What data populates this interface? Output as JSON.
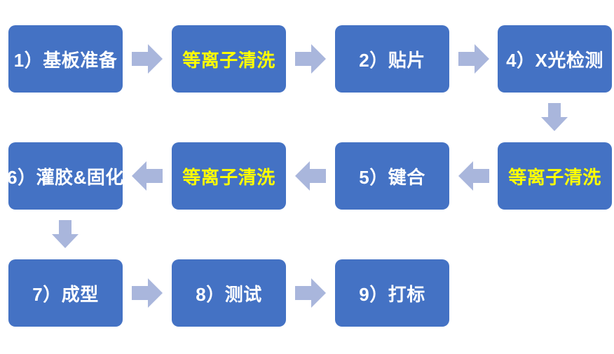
{
  "flowchart": {
    "description": "Packaging process flow diagram",
    "colors": {
      "background": "#ffffff",
      "box_fill": "#4472c4",
      "arrow_fill": "#a9b6dc",
      "text_white": "#ffffff",
      "text_yellow": "#ffff00"
    },
    "boxes": [
      {
        "id": "substrate-prep",
        "label": "1）基板准备",
        "text_color": "white"
      },
      {
        "id": "plasma-clean-1",
        "label": "等离子清洗",
        "text_color": "yellow"
      },
      {
        "id": "die-attach",
        "label": "2）贴片",
        "text_color": "white"
      },
      {
        "id": "xray-inspection",
        "label": "4）X光检测",
        "text_color": "white"
      },
      {
        "id": "plasma-clean-2",
        "label": "等离子清洗",
        "text_color": "yellow"
      },
      {
        "id": "bonding",
        "label": "5）键合",
        "text_color": "white"
      },
      {
        "id": "plasma-clean-3",
        "label": "等离子清洗",
        "text_color": "yellow"
      },
      {
        "id": "potting-curing",
        "label": "6）灌胶&固化",
        "text_color": "white"
      },
      {
        "id": "molding",
        "label": "7）成型",
        "text_color": "white"
      },
      {
        "id": "testing",
        "label": "8）测试",
        "text_color": "white"
      },
      {
        "id": "marking",
        "label": "9）打标",
        "text_color": "white"
      }
    ],
    "arrows": [
      {
        "direction": "right",
        "from": "substrate-prep",
        "to": "plasma-clean-1"
      },
      {
        "direction": "right",
        "from": "plasma-clean-1",
        "to": "die-attach"
      },
      {
        "direction": "right",
        "from": "die-attach",
        "to": "xray-inspection"
      },
      {
        "direction": "down",
        "from": "xray-inspection",
        "to": "plasma-clean-2"
      },
      {
        "direction": "left",
        "from": "plasma-clean-2",
        "to": "bonding"
      },
      {
        "direction": "left",
        "from": "bonding",
        "to": "plasma-clean-3"
      },
      {
        "direction": "left",
        "from": "plasma-clean-3",
        "to": "potting-curing"
      },
      {
        "direction": "down",
        "from": "potting-curing",
        "to": "molding"
      },
      {
        "direction": "right",
        "from": "molding",
        "to": "testing"
      },
      {
        "direction": "right",
        "from": "testing",
        "to": "marking"
      }
    ]
  }
}
